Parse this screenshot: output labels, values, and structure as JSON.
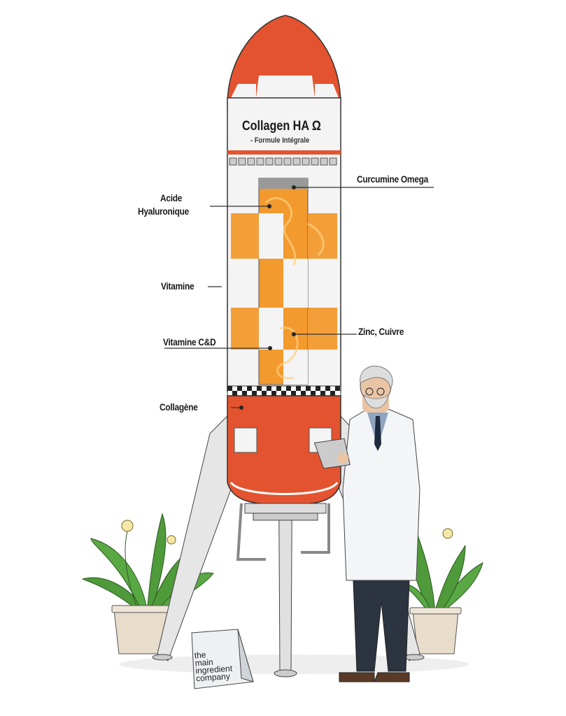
{
  "rocket": {
    "title": "Collagen HA Ω",
    "subtitle": "- Formule Intégrale"
  },
  "labels": {
    "acide": "Acide",
    "hyaluronique": "Hyaluronique",
    "curcumine": "Curcumine Omega",
    "vitamine": "Vitamine",
    "zinc": "Zinc, Cuivre",
    "vitamine_cd": "Vitamine C&D",
    "collagene": "Collagène"
  },
  "sign": {
    "logo_lines": [
      "the",
      "main",
      "ingredient",
      "company"
    ]
  },
  "colors": {
    "rocket_red": "#e4532f",
    "checker_orange": "#f29a2e",
    "body_white": "#f4f4f4",
    "outline": "#333333"
  }
}
